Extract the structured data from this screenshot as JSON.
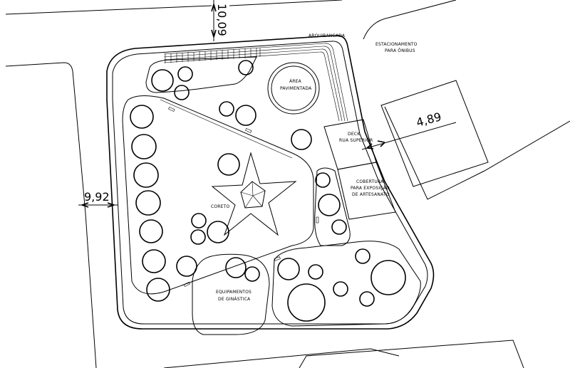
{
  "labels": {
    "arquibancada": "ARQUIBANCADA",
    "estacionamento_line1": "ESTACIONAMENTO",
    "estacionamento_line2": "PARA ÔNIBUS",
    "area_line1": "ÁREA",
    "area_line2": "PAVIMENTADA",
    "deck_line1": "DECK",
    "deck_line2": "RUA SUPERIOR",
    "cobertura_line1": "COBERTURA",
    "cobertura_line2": "PARA EXPOSIÇÃO",
    "cobertura_line3": "DE ARTESANATO",
    "coreto": "CORETO",
    "equipamentos_line1": "EQUIPAMENTOS",
    "equipamentos_line2": "DE GINÁSTICA"
  },
  "dimensions": {
    "top": "10,09",
    "left": "9,92",
    "right": "4,89"
  },
  "colors": {
    "line": "#000000",
    "background": "#ffffff"
  }
}
